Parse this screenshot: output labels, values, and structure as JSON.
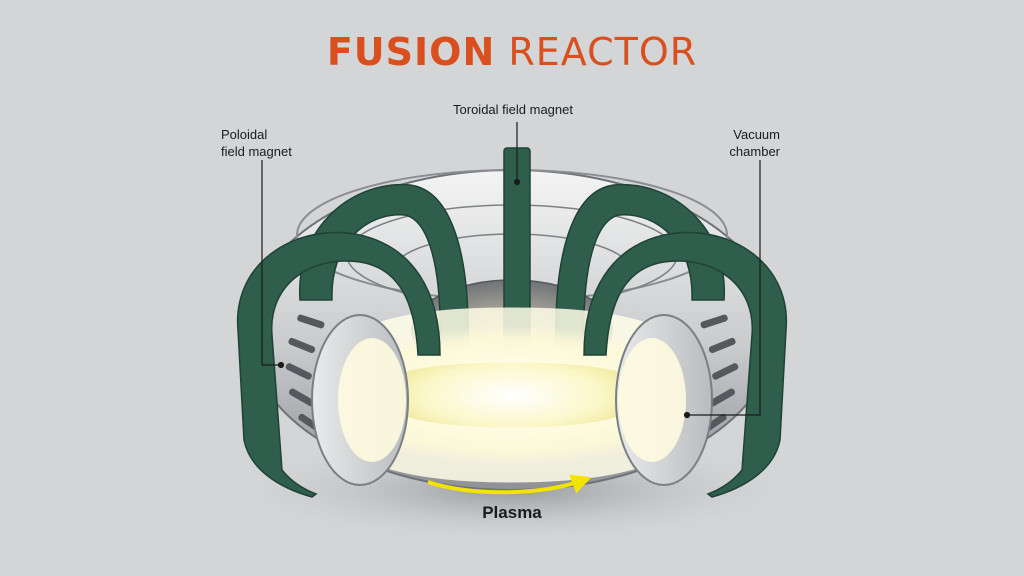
{
  "title": {
    "word1": "FUSION",
    "word2": "REACTOR"
  },
  "labels": {
    "toroidal": "Toroidal field magnet",
    "poloidal_line1": "Poloidal",
    "poloidal_line2": "field magnet",
    "vacuum_line1": "Vacuum",
    "vacuum_line2": "chamber",
    "plasma": "Plasma"
  },
  "colors": {
    "background": "#d3d5d7",
    "title": "#d9501e",
    "magnet": "#2f5e4c",
    "plasma_glow": "#f5f0a0",
    "arrow": "#f2e400"
  }
}
